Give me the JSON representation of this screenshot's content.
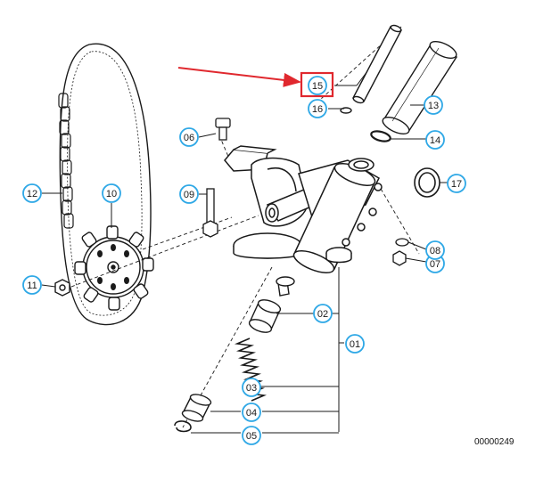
{
  "diagram": {
    "reference_code": "00000249",
    "callout_color": "#2fa8e6",
    "highlight_color": "#e0282e",
    "parts": [
      {
        "id": "01"
      },
      {
        "id": "02"
      },
      {
        "id": "03"
      },
      {
        "id": "04"
      },
      {
        "id": "05"
      },
      {
        "id": "06"
      },
      {
        "id": "07"
      },
      {
        "id": "08"
      },
      {
        "id": "09"
      },
      {
        "id": "10"
      },
      {
        "id": "11"
      },
      {
        "id": "12"
      },
      {
        "id": "13"
      },
      {
        "id": "14"
      },
      {
        "id": "15",
        "highlighted": true
      },
      {
        "id": "16"
      },
      {
        "id": "17"
      }
    ]
  }
}
